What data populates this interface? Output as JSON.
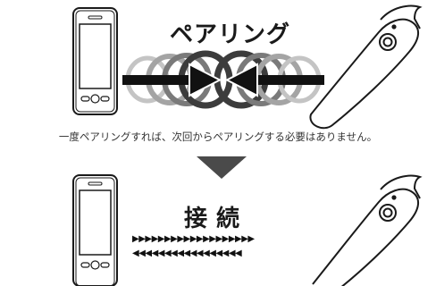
{
  "top_title": "ペアリング",
  "note": "一度ペアリングすれば、次回からペアリングする必要はありません。",
  "bottom_title": "接続",
  "arrows_right": "▶▶▶▶▶▶▶▶▶▶▶▶▶▶▶▶▶▶▶",
  "arrows_left": "◀◀◀◀◀◀◀◀◀◀◀◀◀◀◀◀◀",
  "colors": {
    "ink": "#1a1a1a",
    "ring_dark": "#3a3a3a",
    "ring_mid": "#7a7a7a",
    "ring_light": "#b5b5b5",
    "arrow_tri": "#bdbdbd"
  },
  "icons": [
    "smartphone-icon",
    "bluetooth-headset-icon",
    "down-arrow-icon"
  ]
}
